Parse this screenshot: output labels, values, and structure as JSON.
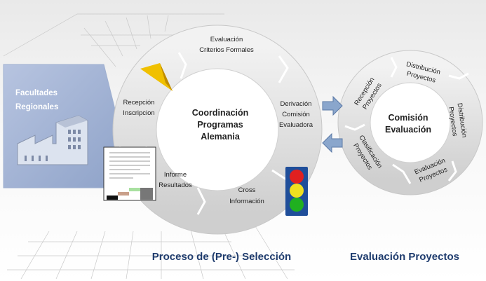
{
  "colors": {
    "ring": "#d9d9d9",
    "ring_edge": "#bfbfbf",
    "center": "#ffffff",
    "facultades_fill": "#a9b8d6",
    "footer_text": "#1f3c6e",
    "traffic_red": "#e02020",
    "traffic_yellow": "#f0e020",
    "traffic_green": "#20b020",
    "traffic_box": "#1f4e9a",
    "arrow_blue": "#8aa6cc",
    "pyramid": "#f0c000"
  },
  "facultades": {
    "line1": "Facultades",
    "line2": "Regionales"
  },
  "left_cycle": {
    "center": [
      "Coordinación",
      "Programas",
      "Alemania"
    ],
    "segments": {
      "evaluacion": [
        "Evaluación",
        "Criterios Formales"
      ],
      "derivacion": [
        "Derivación",
        "Comisión",
        "Evaluadora"
      ],
      "cross": [
        "Cross",
        "Información"
      ],
      "informe": [
        "Informe",
        "Resultados"
      ],
      "recepcion": [
        "Recepción",
        "Inscripcion"
      ]
    }
  },
  "right_cycle": {
    "center": [
      "Comisión",
      "Evaluación"
    ],
    "segments": {
      "distribucion1": [
        "Distribución",
        "Proyectos"
      ],
      "distribucion2": [
        "Distribución",
        "Proyectos"
      ],
      "evaluacion": [
        "Evaluación",
        "Proyectos"
      ],
      "clasificacion": [
        "Clasificación",
        "Proyectos"
      ],
      "recepcion": [
        "Recepción",
        "Proyectos"
      ]
    }
  },
  "icons": {
    "pyramid": "pyramid-icon",
    "traffic_light": "traffic-light-icon",
    "factory": "factory-icon",
    "report": "report-document-icon"
  },
  "footer": {
    "left": "Proceso de (Pre-) Selección",
    "right": "Evaluación Proyectos"
  }
}
